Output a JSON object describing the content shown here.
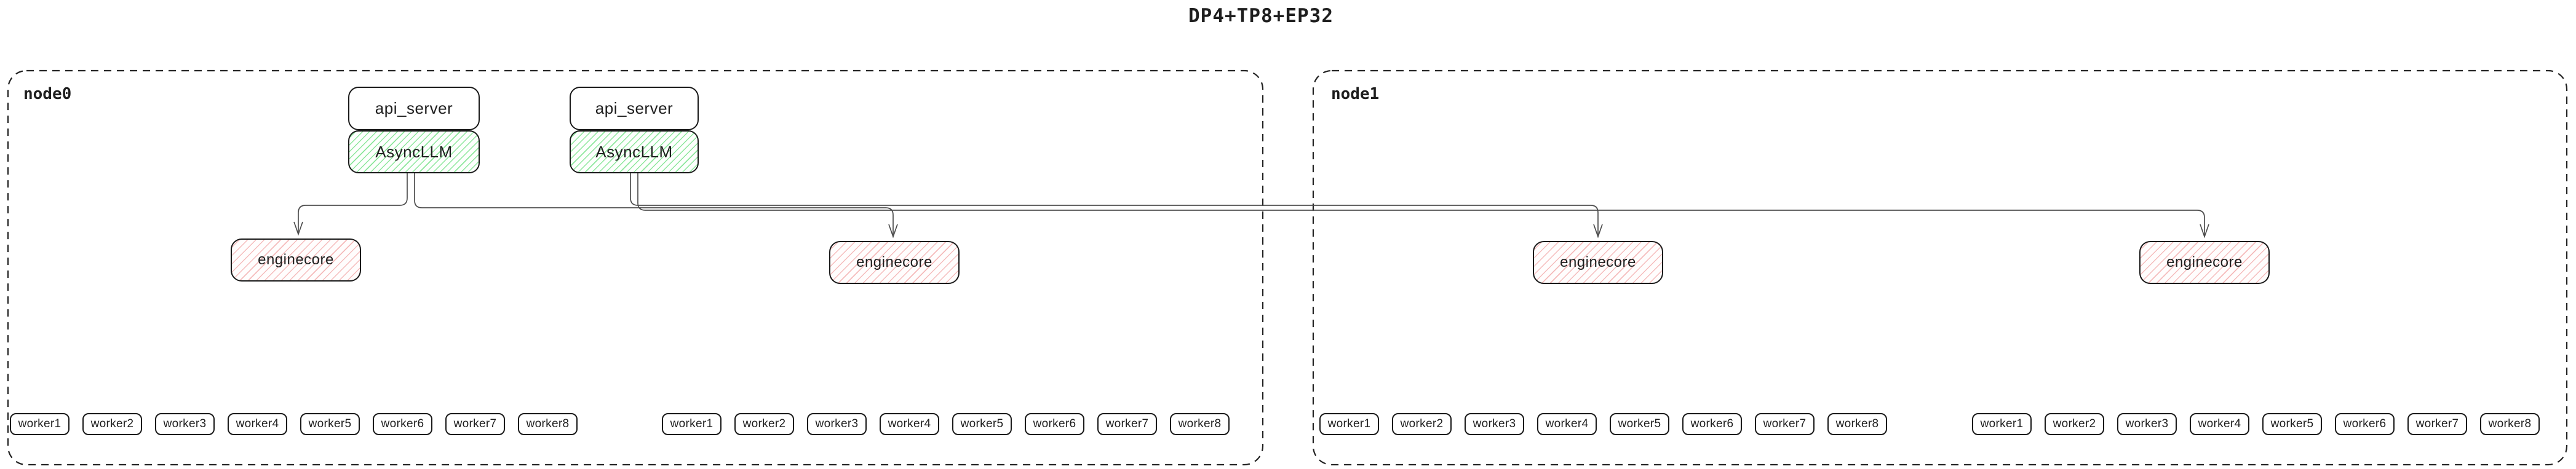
{
  "title": "DP4+TP8+EP32",
  "colors": {
    "box_border": "#1a1a1a",
    "node_dashed_border": "#222222",
    "async_llm_hatch_green": "#8de79c",
    "enginecore_hatch_red": "#f5bcbc",
    "edge_gray": "#4d4d4d",
    "background": "#ffffff",
    "text": "#1e1e1e"
  },
  "node0": {
    "label": "node0",
    "api_server_1": "api_server",
    "async_llm_1": "AsyncLLM",
    "api_server_2": "api_server",
    "async_llm_2": "AsyncLLM",
    "enginecore_1": "enginecore",
    "enginecore_2": "enginecore",
    "workers_1": [
      "worker1",
      "worker2",
      "worker3",
      "worker4",
      "worker5",
      "worker6",
      "worker7",
      "worker8"
    ],
    "workers_2": [
      "worker1",
      "worker2",
      "worker3",
      "worker4",
      "worker5",
      "worker6",
      "worker7",
      "worker8"
    ]
  },
  "node1": {
    "label": "node1",
    "enginecore_1": "enginecore",
    "enginecore_2": "enginecore",
    "workers_1": [
      "worker1",
      "worker2",
      "worker3",
      "worker4",
      "worker5",
      "worker6",
      "worker7",
      "worker8"
    ],
    "workers_2": [
      "worker1",
      "worker2",
      "worker3",
      "worker4",
      "worker5",
      "worker6",
      "worker7",
      "worker8"
    ]
  }
}
